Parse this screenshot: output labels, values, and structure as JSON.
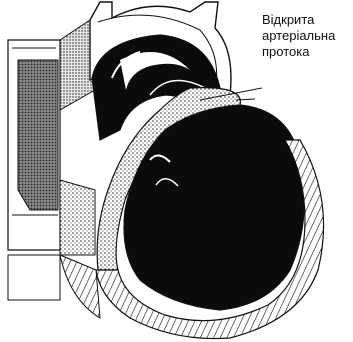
{
  "annotation": {
    "lines": [
      "Відкрита",
      "артеріальна",
      "протока"
    ]
  },
  "colors": {
    "ink": "#0b0b0b",
    "paper": "#ffffff",
    "stipple": "#bdbdbd"
  }
}
